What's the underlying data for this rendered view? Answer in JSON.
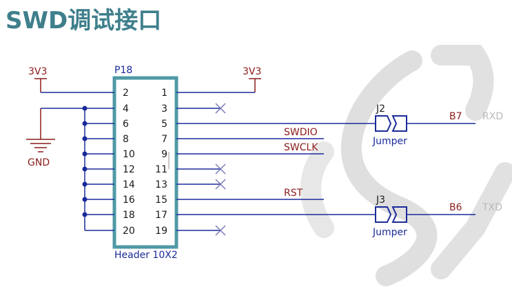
{
  "title": "SWD调试接口",
  "colors": {
    "title": "#3f7f8c",
    "wire": "#1a2a9a",
    "power": "#8a1a1a",
    "header_outline": "#4f9aa6",
    "no_connect": "#7a7ab8",
    "watermark": "#b5b5b5"
  },
  "header": {
    "designator": "P18",
    "name": "Header 10X2",
    "left_pins": [
      "2",
      "4",
      "6",
      "8",
      "10",
      "12",
      "14",
      "16",
      "18",
      "20"
    ],
    "right_pins": [
      "1",
      "3",
      "5",
      "7",
      "9",
      "11",
      "13",
      "15",
      "17",
      "19"
    ]
  },
  "power_left": "3V3",
  "power_right": "3V3",
  "ground": "GND",
  "nets": {
    "swdio": "SWDIO",
    "swclk": "SWCLK",
    "rst": "RST"
  },
  "jumpers": [
    {
      "designator": "J2",
      "name": "Jumper",
      "port": "B7",
      "signal": "RXD"
    },
    {
      "designator": "J3",
      "name": "Jumper",
      "port": "B6",
      "signal": "TXD"
    }
  ]
}
